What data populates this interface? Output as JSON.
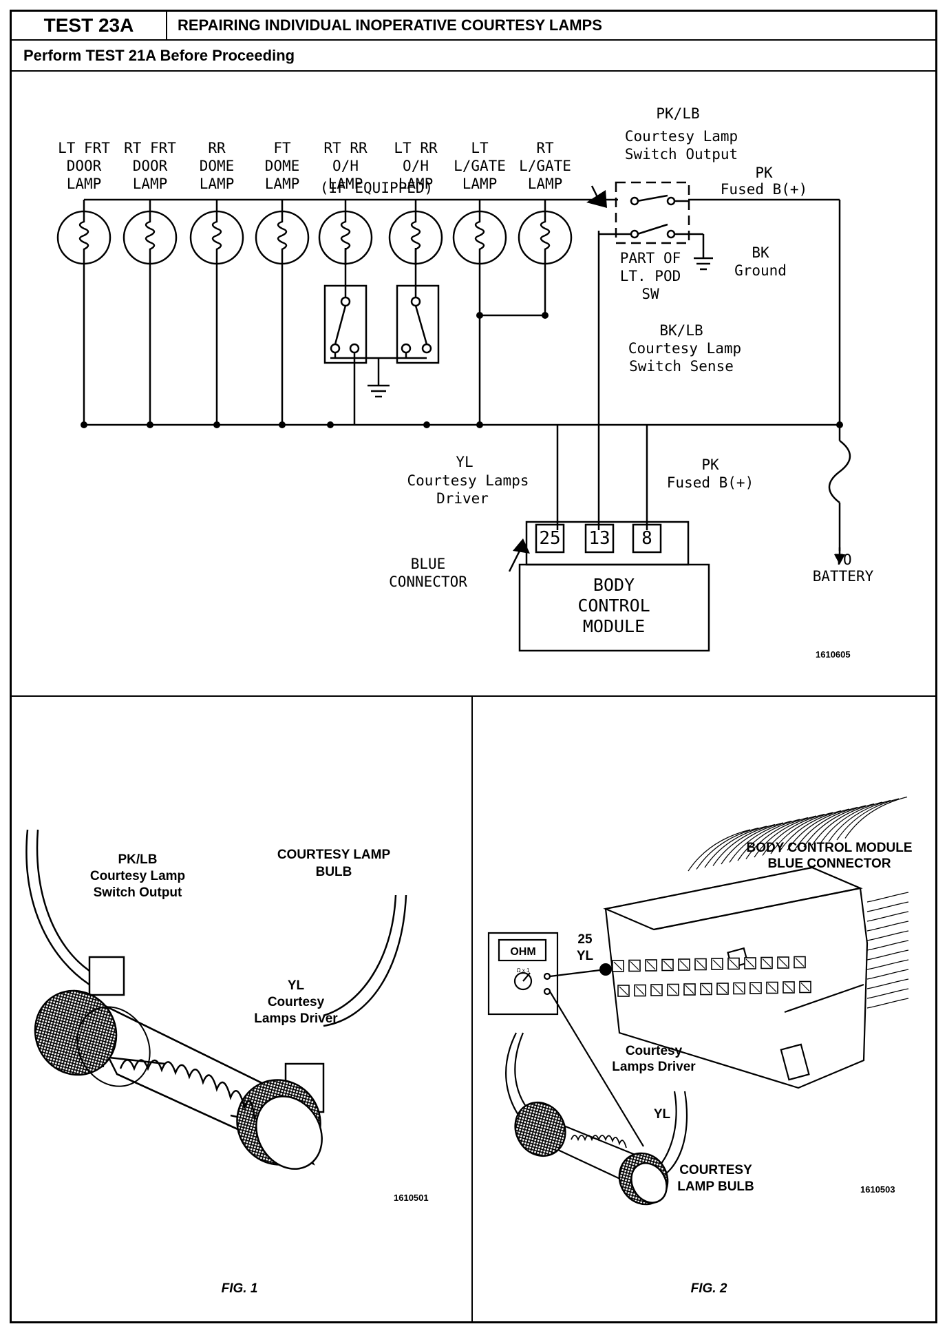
{
  "header": {
    "test_label": "TEST 23A",
    "title": "REPAIRING INDIVIDUAL INOPERATIVE COURTESY LAMPS",
    "subtitle": "Perform TEST 21A Before Proceeding"
  },
  "schematic": {
    "lamps": [
      [
        "LT FRT",
        "DOOR",
        "LAMP"
      ],
      [
        "RT FRT",
        "DOOR",
        "LAMP"
      ],
      [
        "RR",
        "DOME",
        "LAMP"
      ],
      [
        "FT",
        "DOME",
        "LAMP"
      ],
      [
        "RT RR",
        "O/H",
        "LAMP"
      ],
      [
        "LT RR",
        "O/H",
        "LAMP"
      ],
      [
        "LT",
        "L/GATE",
        "LAMP"
      ],
      [
        "RT",
        "L/GATE",
        "LAMP"
      ]
    ],
    "if_equipped": "(IF EQUIPPED)",
    "switch_output": [
      "PK/LB",
      "Courtesy Lamp",
      "Switch Output"
    ],
    "pk_fused_top": [
      "PK",
      "Fused B(+)"
    ],
    "pod_switch": [
      "PART OF",
      "LT. POD",
      "SW"
    ],
    "bk_ground": [
      "BK",
      "Ground"
    ],
    "switch_sense": [
      "BK/LB",
      "Courtesy Lamp",
      "Switch Sense"
    ],
    "yl_driver": [
      "YL",
      "Courtesy Lamps",
      "Driver"
    ],
    "pk_fused_bottom": [
      "PK",
      "Fused B(+)"
    ],
    "pins": [
      "25",
      "13",
      "8"
    ],
    "blue_connector": [
      "BLUE",
      "CONNECTOR"
    ],
    "bcm": [
      "BODY",
      "CONTROL",
      "MODULE"
    ],
    "to_battery": [
      "TO",
      "BATTERY"
    ],
    "figure_id": "1610605"
  },
  "fig1": {
    "pk_lb": [
      "PK/LB",
      "Courtesy Lamp",
      "Switch Output"
    ],
    "bulb": [
      "COURTESY LAMP",
      "BULB"
    ],
    "yl": [
      "YL",
      "Courtesy",
      "Lamps Driver"
    ],
    "figure_id": "1610501",
    "caption": "FIG. 1"
  },
  "fig2": {
    "bcm_conn": [
      "BODY CONTROL MODULE",
      "BLUE CONNECTOR"
    ],
    "meter": "OHM",
    "meter_range": "Ω x 1",
    "pin": [
      "25",
      "YL"
    ],
    "driver": [
      "Courtesy",
      "Lamps Driver"
    ],
    "yl": "YL",
    "bulb": [
      "COURTESY",
      "LAMP BULB"
    ],
    "figure_id": "1610503",
    "caption": "FIG. 2"
  }
}
